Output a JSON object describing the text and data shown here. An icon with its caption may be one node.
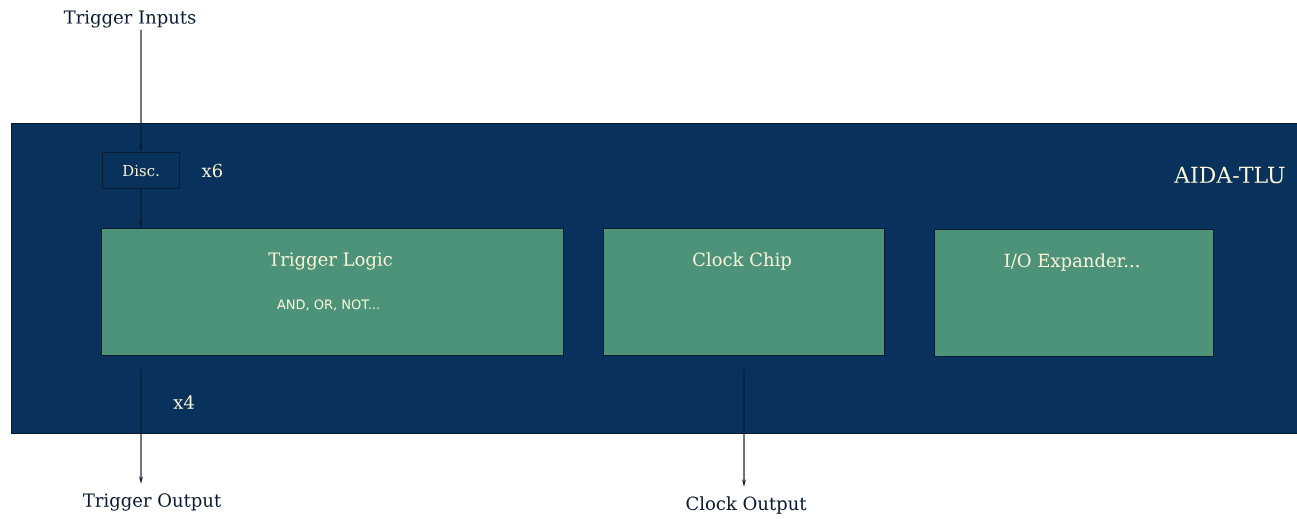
{
  "diagram": {
    "nodes": [
      {
        "text": [
          "Trigger Inputs"
        ]
      },
      {
        "text": [
          "AIDA-TLU"
        ]
      },
      {
        "text": [
          "Disc."
        ],
        "in": 1,
        "beside": [
          "x6"
        ]
      },
      {
        "text": [
          "Trigger Logic",
          "AND, OR, NOT..."
        ],
        "in": 1
      },
      {
        "text": [
          "Clock Chip"
        ],
        "in": 1
      },
      {
        "text": [
          "I/O Expander..."
        ],
        "in": 1
      },
      {
        "text": [
          "Trigger Output"
        ]
      },
      {
        "text": [
          "Clock Output"
        ]
      }
    ],
    "edges": [
      {
        "from": 0,
        "to": 2,
        "arrow": "to"
      },
      {
        "from": 2,
        "to": 3,
        "arrow": "to"
      },
      {
        "from": 3,
        "to": 6,
        "arrow": "to",
        "label": "x4"
      },
      {
        "from": 4,
        "to": 7,
        "arrow": "to"
      }
    ]
  }
}
